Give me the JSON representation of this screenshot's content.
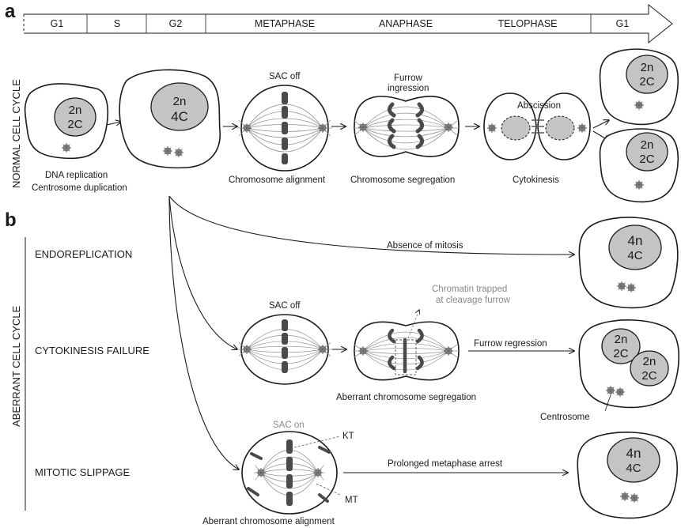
{
  "panel_a": "a",
  "panel_b": "b",
  "phases": [
    "G1",
    "S",
    "G2",
    "METAPHASE",
    "ANAPHASE",
    "TELOPHASE",
    "G1"
  ],
  "normal": {
    "side_label": "NORMAL CELL CYCLE",
    "nucleus_2n2c": [
      "2n",
      "2C"
    ],
    "nucleus_2n4c": [
      "2n",
      "4C"
    ],
    "caption_interphase": [
      "DNA replication",
      "Centrosome duplication"
    ],
    "sac_off": "SAC off",
    "furrow": [
      "Furrow",
      "ingression"
    ],
    "abscission": "Abscission",
    "caption_alignment": "Chromosome alignment",
    "caption_segregation": "Chromosome segregation",
    "caption_cytokinesis": "Cytokinesis"
  },
  "aberrant": {
    "side_label": "ABERRANT CELL CYCLE",
    "endoreplication": "ENDOREPLICATION",
    "absence_of_mitosis": "Absence of mitosis",
    "nucleus_4n4c": [
      "4n",
      "4C"
    ],
    "cytokinesis_failure": "CYTOKINESIS FAILURE",
    "sac_off": "SAC off",
    "chromatin_trapped": [
      "Chromatin trapped",
      "at cleavage furrow"
    ],
    "aberrant_segregation": "Aberrant chromosome segregation",
    "furrow_regression": "Furrow regression",
    "centrosome": "Centrosome",
    "mitotic_slippage": "MITOTIC SLIPPAGE",
    "sac_on": "SAC on",
    "kt": "KT",
    "mt": "MT",
    "prolonged_arrest": "Prolonged metaphase arrest",
    "aberrant_alignment": "Aberrant chromosome alignment"
  }
}
